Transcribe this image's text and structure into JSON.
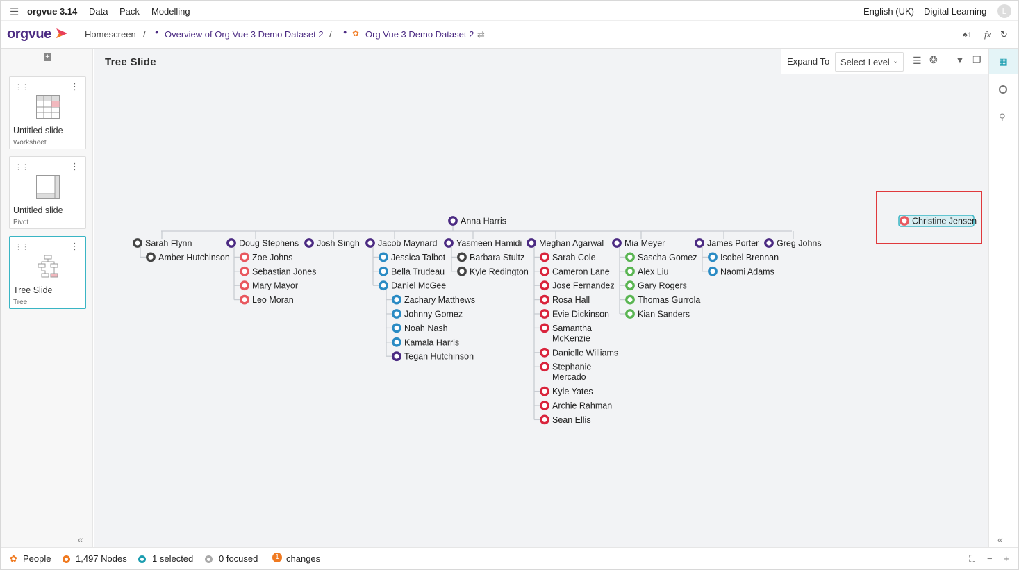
{
  "app": {
    "name": "orgvue 3.14",
    "logo_text": "orgvue"
  },
  "menu": {
    "items": [
      "Data",
      "Pack",
      "Modelling"
    ],
    "language": "English (UK)",
    "help": "Digital Learning",
    "avatar": "L"
  },
  "breadcrumb": {
    "home": "Homescreen",
    "sep": "/",
    "overview": "Overview of Org Vue 3 Demo Dataset 2",
    "dataset": "Org Vue 3 Demo Dataset 2"
  },
  "header_tools": {
    "users_count": "1",
    "fx": "fx"
  },
  "slides": [
    {
      "title": "Untitled slide",
      "subtitle": "Worksheet"
    },
    {
      "title": "Untitled slide",
      "subtitle": "Pivot"
    },
    {
      "title": "Tree Slide",
      "subtitle": "Tree"
    }
  ],
  "canvas": {
    "title": "Tree Slide"
  },
  "toolbar": {
    "expand_label": "Expand To",
    "select_placeholder": "Select Level"
  },
  "colors": {
    "purple": "#4b2a82",
    "gray": "#444444",
    "red": "#d9243c",
    "pink": "#e8585f",
    "blue": "#2a8bc4",
    "green": "#5ab552",
    "accent": "#3ab5c4",
    "brand": "#4b2a82",
    "orange": "#f07a21"
  },
  "tree": {
    "root": {
      "name": "Anna Harris",
      "color": "purple"
    },
    "managers": [
      {
        "name": "Sarah Flynn",
        "color": "gray",
        "reports": [
          {
            "name": "Amber Hutchinson",
            "color": "gray"
          }
        ]
      },
      {
        "name": "Doug Stephens",
        "color": "purple",
        "reports": [
          {
            "name": "Zoe Johns",
            "color": "pink"
          },
          {
            "name": "Sebastian Jones",
            "color": "pink"
          },
          {
            "name": "Mary Mayor",
            "color": "pink"
          },
          {
            "name": "Leo Moran",
            "color": "pink"
          }
        ]
      },
      {
        "name": "Josh Singh",
        "color": "purple",
        "reports": []
      },
      {
        "name": "Jacob Maynard",
        "color": "purple",
        "reports": [
          {
            "name": "Jessica Talbot",
            "color": "blue"
          },
          {
            "name": "Bella Trudeau",
            "color": "blue"
          },
          {
            "name": "Daniel McGee",
            "color": "blue",
            "reports": [
              {
                "name": "Zachary Matthews",
                "color": "blue"
              },
              {
                "name": "Johnny Gomez",
                "color": "blue"
              },
              {
                "name": "Noah Nash",
                "color": "blue"
              },
              {
                "name": "Kamala Harris",
                "color": "blue"
              },
              {
                "name": "Tegan Hutchinson",
                "color": "purple"
              }
            ]
          }
        ]
      },
      {
        "name": "Yasmeen Hamidi",
        "color": "purple",
        "reports": [
          {
            "name": "Barbara Stultz",
            "color": "gray"
          },
          {
            "name": "Kyle Redington",
            "color": "gray"
          }
        ]
      },
      {
        "name": "Meghan Agarwal",
        "color": "purple",
        "reports": [
          {
            "name": "Sarah Cole",
            "color": "red"
          },
          {
            "name": "Cameron Lane",
            "color": "red"
          },
          {
            "name": "Jose Fernandez",
            "color": "red"
          },
          {
            "name": "Rosa Hall",
            "color": "red"
          },
          {
            "name": "Evie Dickinson",
            "color": "red"
          },
          {
            "name": "Samantha McKenzie",
            "color": "red"
          },
          {
            "name": "Danielle Williams",
            "color": "red"
          },
          {
            "name": "Stephanie Mercado",
            "color": "red"
          },
          {
            "name": "Kyle Yates",
            "color": "red"
          },
          {
            "name": "Archie Rahman",
            "color": "red"
          },
          {
            "name": "Sean Ellis",
            "color": "red"
          }
        ]
      },
      {
        "name": "Mia Meyer",
        "color": "purple",
        "reports": [
          {
            "name": "Sascha Gomez",
            "color": "green"
          },
          {
            "name": "Alex Liu",
            "color": "green"
          },
          {
            "name": "Gary Rogers",
            "color": "green"
          },
          {
            "name": "Thomas Gurrola",
            "color": "green"
          },
          {
            "name": "Kian Sanders",
            "color": "green"
          }
        ]
      },
      {
        "name": "James Porter",
        "color": "purple",
        "reports": [
          {
            "name": "Isobel Brennan",
            "color": "blue"
          },
          {
            "name": "Naomi Adams",
            "color": "blue"
          }
        ]
      },
      {
        "name": "Greg Johns",
        "color": "purple",
        "reports": []
      }
    ],
    "orphan": {
      "name": "Christine Jensen",
      "color": "pink"
    }
  },
  "status": {
    "people": "People",
    "nodes": "1,497 Nodes",
    "selected": "1 selected",
    "focused": "0 focused",
    "changes_count": "1",
    "changes": "changes"
  }
}
